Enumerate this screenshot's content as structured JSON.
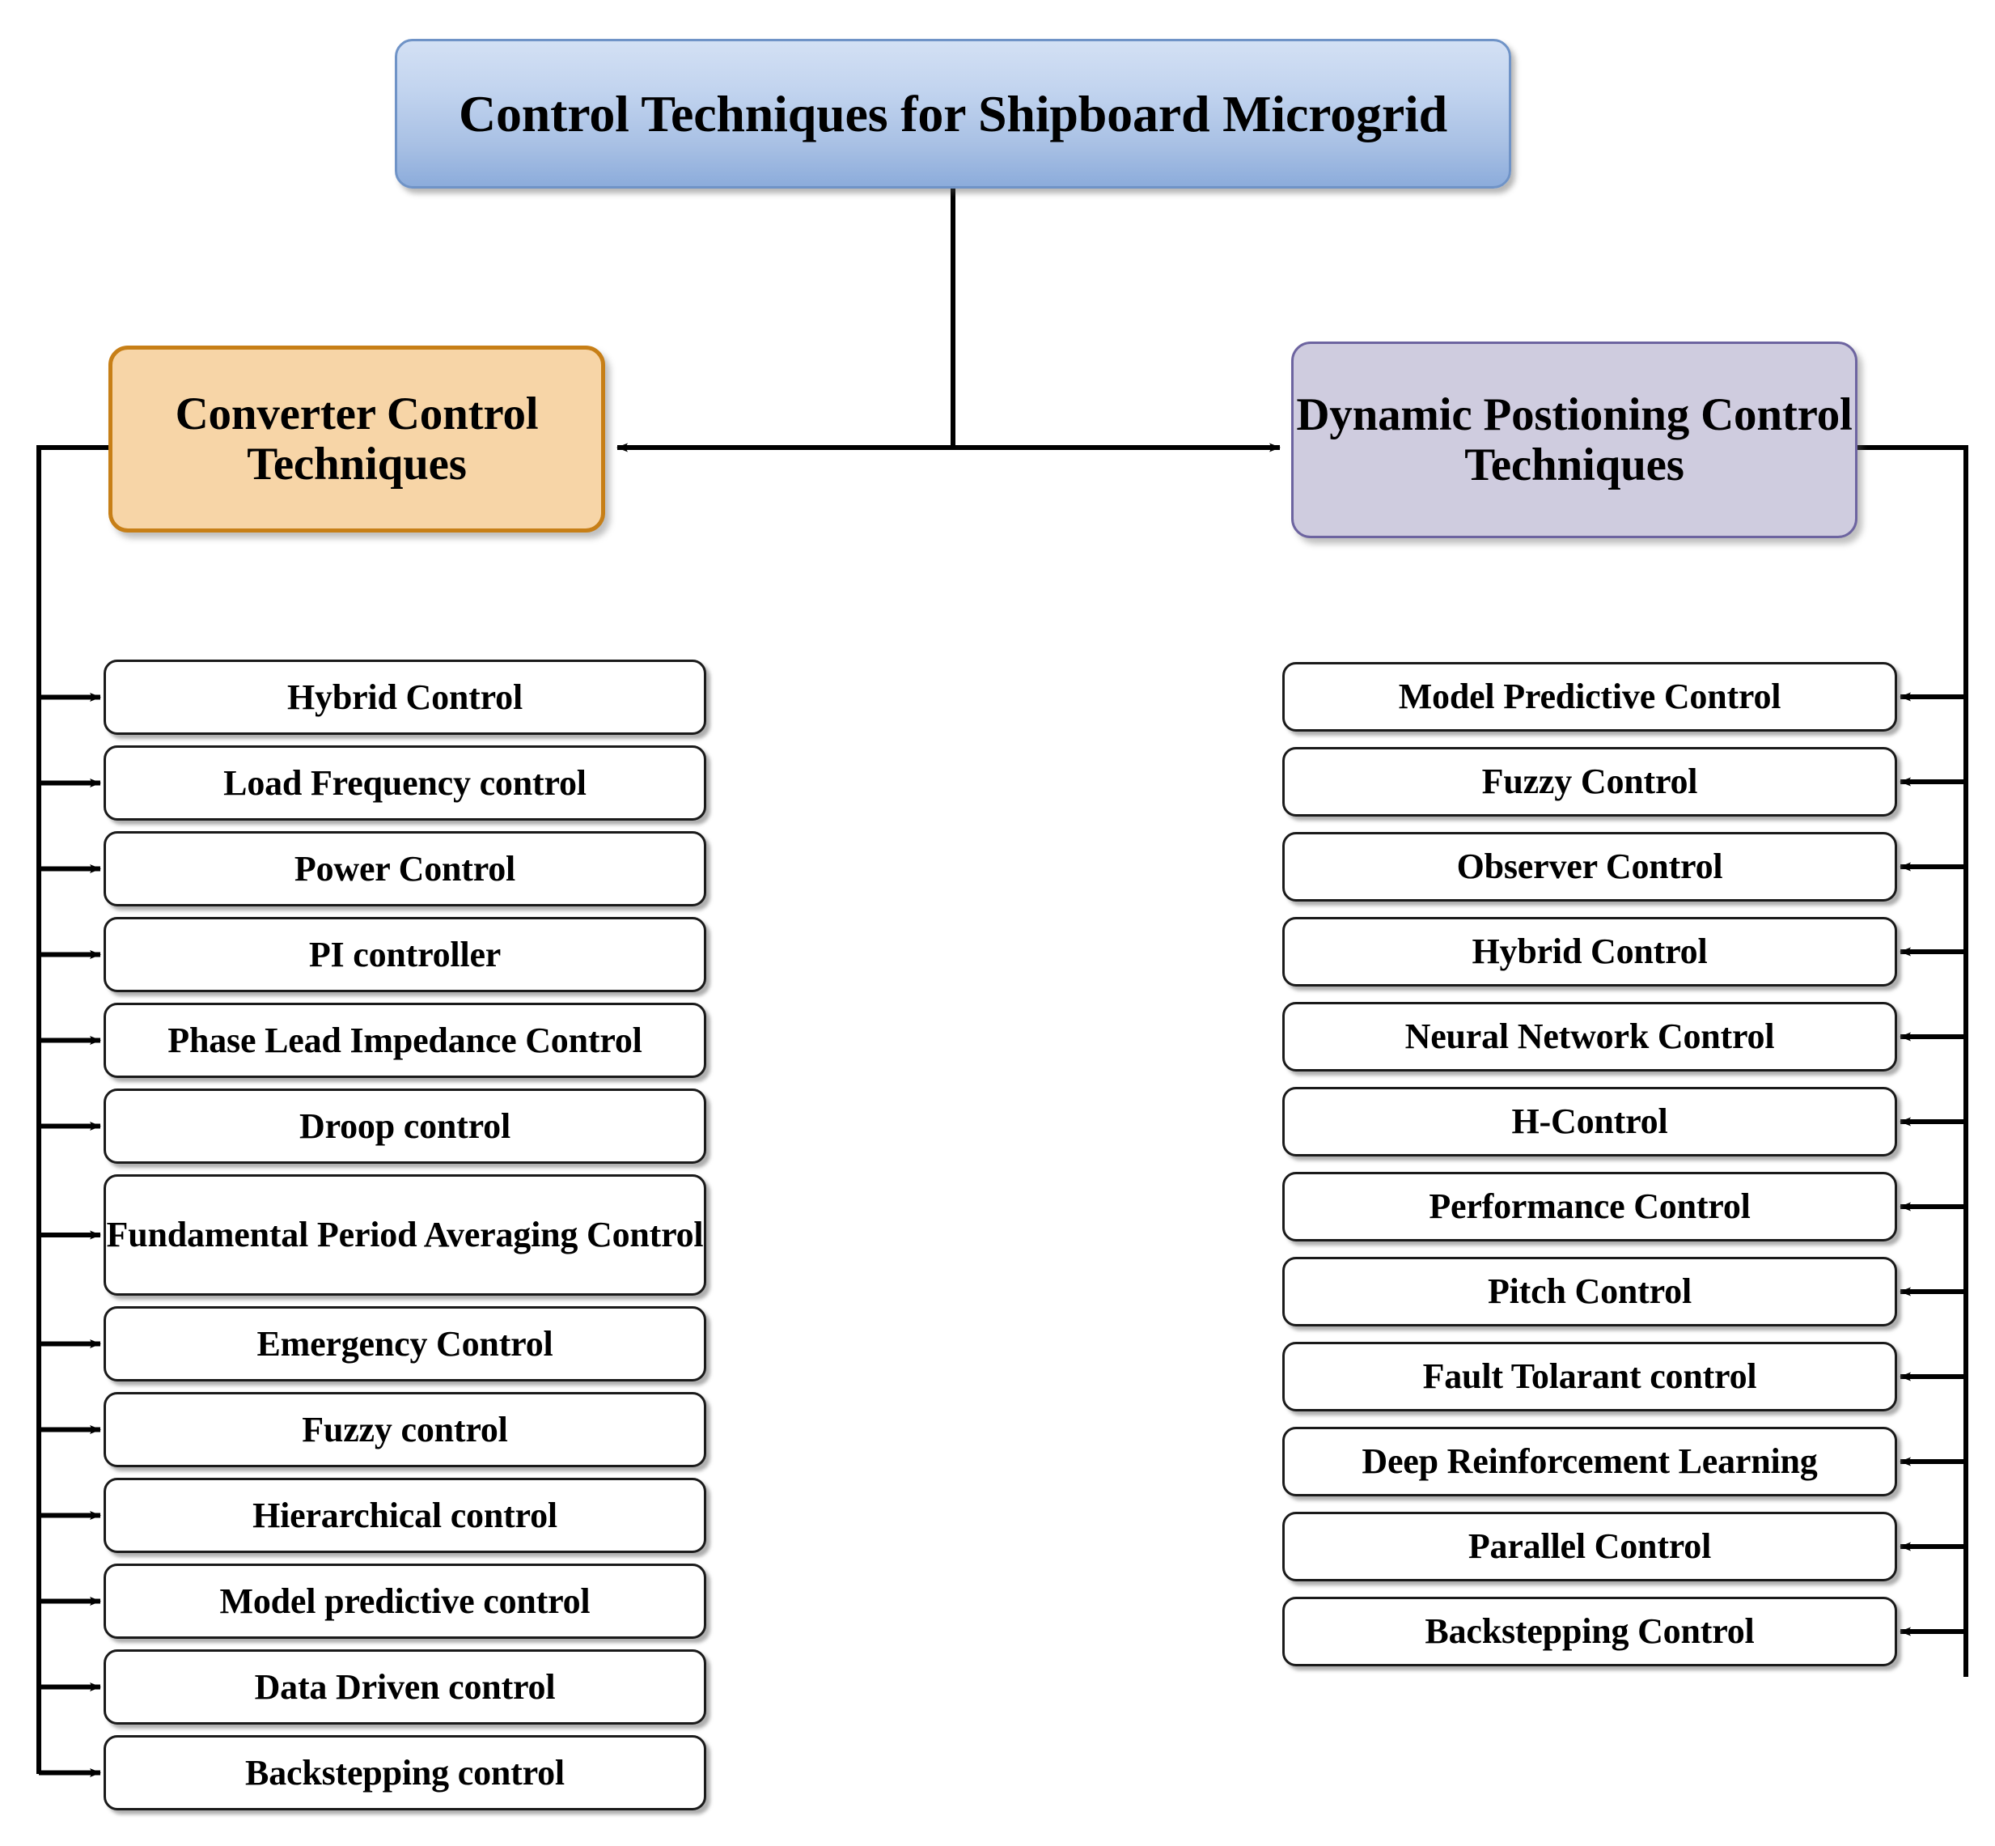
{
  "diagram": {
    "type": "tree",
    "orientation": "top-down-two-branch",
    "root": {
      "label": "Control Techniques for Shipboard Microgrid",
      "fill_color": "#bcd2ee",
      "border_color": "#6f93c7"
    },
    "branches": [
      {
        "id": "converter",
        "label": "Converter Control Techniques",
        "fill_color": "#f7d5a7",
        "border_color": "#c77f17",
        "side": "left",
        "arrow_direction": "right",
        "items": [
          {
            "label": "Hybrid Control",
            "lines": 1
          },
          {
            "label": "Load Frequency control",
            "lines": 1
          },
          {
            "label": "Power Control",
            "lines": 1
          },
          {
            "label": "PI controller",
            "lines": 1
          },
          {
            "label": "Phase Lead Impedance Control",
            "lines": 1
          },
          {
            "label": "Droop control",
            "lines": 1
          },
          {
            "label": "Fundamental Period Averaging Control",
            "lines": 2
          },
          {
            "label": "Emergency Control",
            "lines": 1
          },
          {
            "label": "Fuzzy control",
            "lines": 1
          },
          {
            "label": "Hierarchical control",
            "lines": 1
          },
          {
            "label": "Model predictive control",
            "lines": 1
          },
          {
            "label": "Data Driven control",
            "lines": 1
          },
          {
            "label": "Backstepping control",
            "lines": 1
          }
        ]
      },
      {
        "id": "dynamic-positioning",
        "label": "Dynamic Postioning Control Techniques",
        "fill_color": "#cfccdf",
        "border_color": "#6d64a0",
        "side": "right",
        "arrow_direction": "left",
        "items": [
          {
            "label": "Model Predictive Control",
            "lines": 1
          },
          {
            "label": "Fuzzy Control",
            "lines": 1
          },
          {
            "label": "Observer Control",
            "lines": 1
          },
          {
            "label": "Hybrid Control",
            "lines": 1
          },
          {
            "label": "Neural Network Control",
            "lines": 1
          },
          {
            "label": "H-Control",
            "lines": 1
          },
          {
            "label": "Performance Control",
            "lines": 1
          },
          {
            "label": "Pitch Control",
            "lines": 1
          },
          {
            "label": "Fault Tolarant control",
            "lines": 1
          },
          {
            "label": "Deep Reinforcement Learning",
            "lines": 1
          },
          {
            "label": "Parallel Control",
            "lines": 1
          },
          {
            "label": "Backstepping Control",
            "lines": 1
          }
        ]
      }
    ],
    "connector_color": "#000000",
    "background_color": "#ffffff"
  }
}
